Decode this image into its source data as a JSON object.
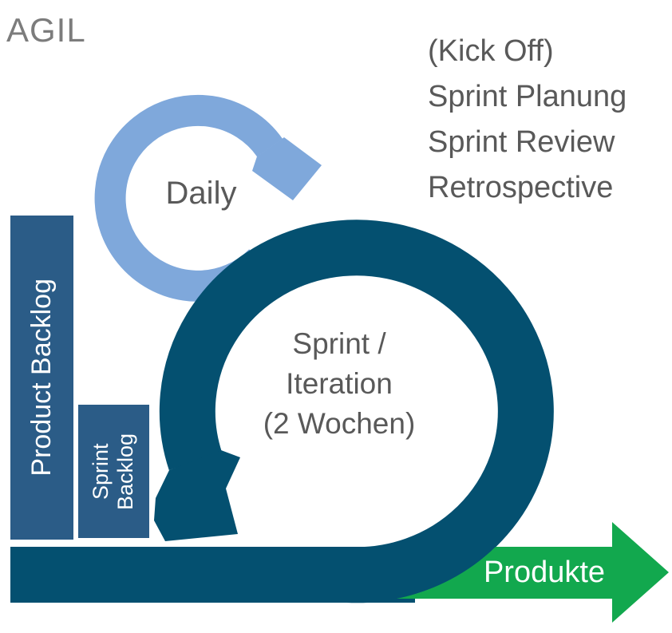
{
  "title": "AGIL",
  "ceremonies": {
    "lines": [
      "(Kick Off)",
      "Sprint Planung",
      "Sprint Review",
      "Retrospective"
    ]
  },
  "daily_loop": {
    "label": "Daily"
  },
  "sprint_loop": {
    "lines": [
      "Sprint /",
      "Iteration",
      "(2 Wochen)"
    ]
  },
  "backlog": {
    "product_label": "Product Backlog",
    "sprint_label": "Sprint Backlog"
  },
  "output_arrow": {
    "label": "Produkte"
  },
  "colors": {
    "dark_blue": "#045070",
    "bar_blue": "#2B5C87",
    "light_blue": "#7FA8DB",
    "green": "#12A84E",
    "text_gray": "#595959",
    "title_gray": "#7C7C7C",
    "label_white": "#FFFFFF"
  }
}
